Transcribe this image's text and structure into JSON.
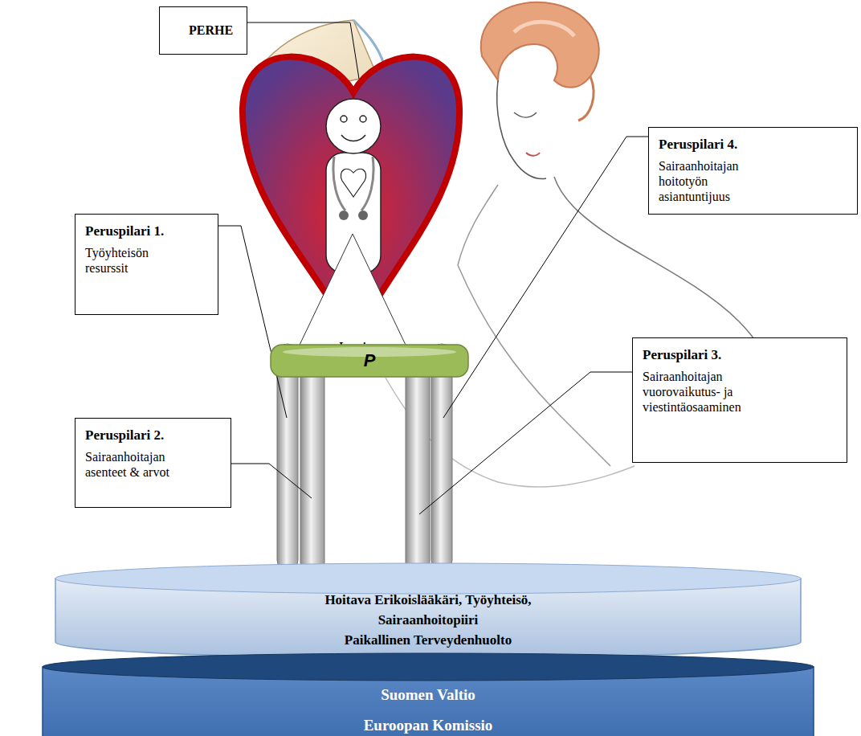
{
  "diagram": {
    "nodes": [
      {
        "text": [
          "PERHE"
        ]
      },
      {
        "text": [
          "Peruspilari 4.",
          "Sairaanhoitajan hoitotyön asiantuntijuus"
        ]
      },
      {
        "text": [
          "Peruspilari 1.",
          "Työyhteisön resurssit"
        ]
      },
      {
        "text": [
          "Lapsi"
        ]
      },
      {
        "text": [
          "Peruspilari 3.",
          "Sairaanhoitajan vuorovaikutus- ja viestintäosaaminen"
        ]
      },
      {
        "text": [
          "P"
        ]
      },
      {
        "text": [
          "Peruspilari 2.",
          "Sairaanhoitajan asenteet & arvot"
        ]
      },
      {
        "text": [
          "Hoitava Erikoislääkäri, Työyhteisö, Sairaanhoitopiiri",
          "Paikallinen Terveydenhuolto"
        ]
      },
      {
        "text": [
          "Suomen Valtio",
          "Euroopan Komissio"
        ]
      }
    ]
  }
}
